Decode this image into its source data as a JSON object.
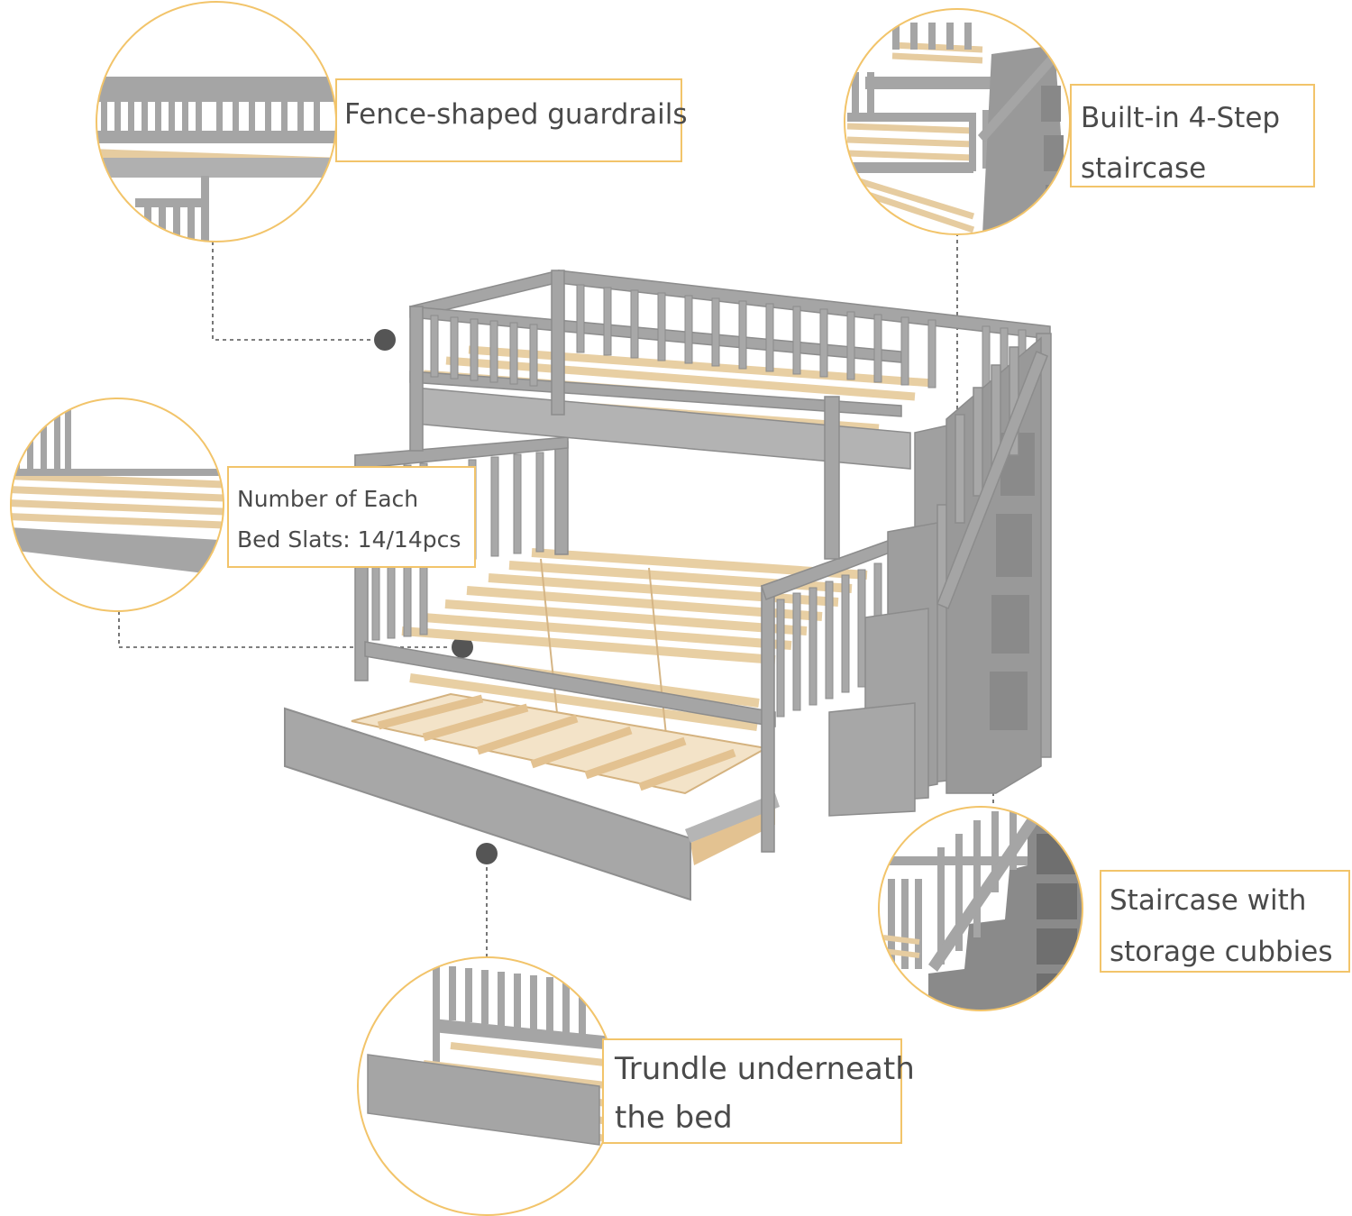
{
  "features": [
    {
      "id": "guardrails",
      "lines": [
        "Fence-shaped guardrails"
      ]
    },
    {
      "id": "staircase",
      "lines": [
        "Built-in 4-Step",
        "staircase"
      ]
    },
    {
      "id": "slats",
      "lines": [
        "Number of Each",
        "Bed Slats: 14/14pcs"
      ]
    },
    {
      "id": "cubbies",
      "lines": [
        "Staircase with",
        "storage cubbies"
      ]
    },
    {
      "id": "trundle",
      "lines": [
        "Trundle underneath",
        "the bed"
      ]
    }
  ],
  "colors": {
    "accent_border": "#f2c46a",
    "frame_gray": "#a4a4a4",
    "frame_dark": "#8c8c8c",
    "slat_wood": "#e9cfa6",
    "dot": "#555555",
    "text": "#4a4a4a"
  }
}
